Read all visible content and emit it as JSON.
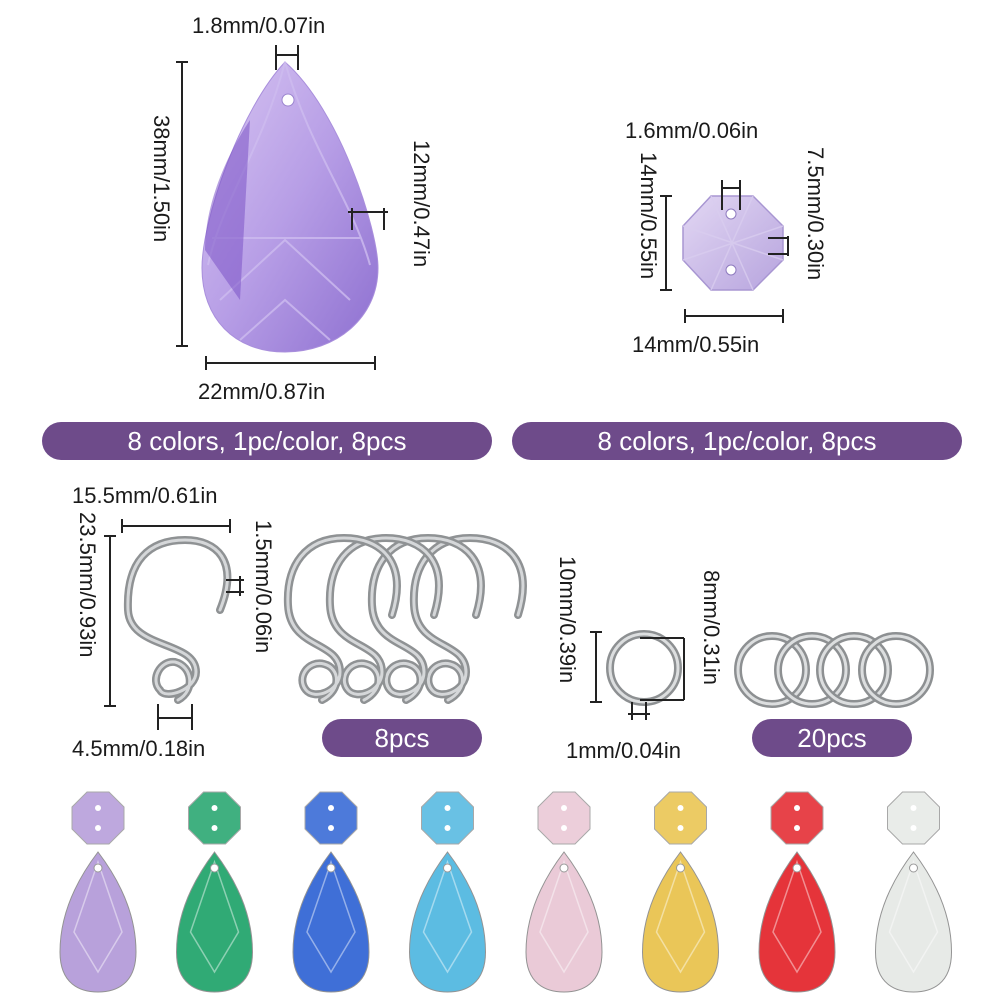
{
  "accent": "#6e4b8a",
  "dimensions": {
    "teardrop_hole": "1.8mm/0.07in",
    "teardrop_height": "38mm/1.50in",
    "teardrop_thickness": "12mm/0.47in",
    "teardrop_width": "22mm/0.87in",
    "octagon_hole": "1.6mm/0.06in",
    "octagon_height": "14mm/0.55in",
    "octagon_thickness": "7.5mm/0.30in",
    "octagon_width": "14mm/0.55in",
    "hook_width": "15.5mm/0.61in",
    "hook_height": "23.5mm/0.93in",
    "hook_wire": "1.5mm/0.06in",
    "hook_loop": "4.5mm/0.18in",
    "ring_outer": "10mm/0.39in",
    "ring_inner": "8mm/0.31in",
    "ring_wire": "1mm/0.04in"
  },
  "banners": {
    "teardrop_qty": "8 colors, 1pc/color, 8pcs",
    "octagon_qty": "8 colors, 1pc/color, 8pcs",
    "hook_qty": "8pcs",
    "ring_qty": "20pcs"
  },
  "crystal_colors": [
    "#b39ad9",
    "#1fa36a",
    "#2f63d4",
    "#4fb7e0",
    "#e9c6d4",
    "#e9c24a",
    "#e3232a",
    "#e6e9e6"
  ]
}
